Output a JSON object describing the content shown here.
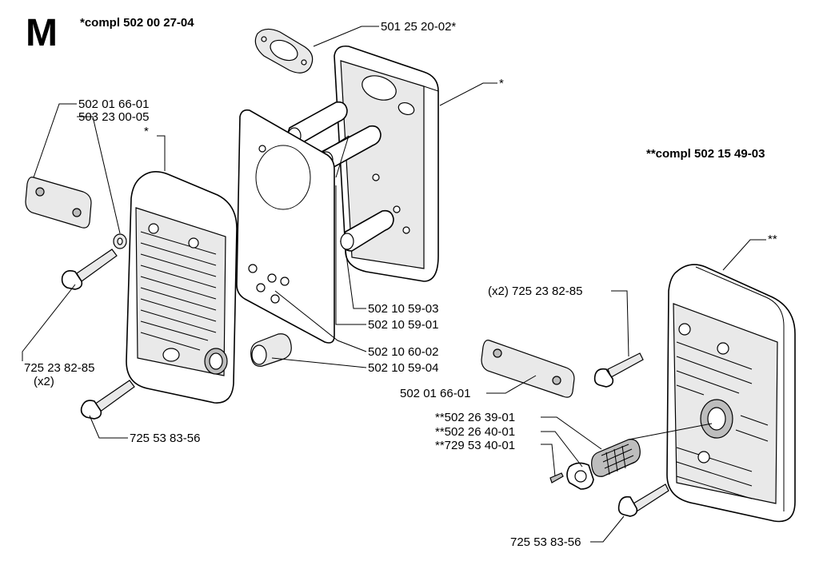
{
  "section_letter": "M",
  "kit_notes": {
    "left": "*compl 502 00 27-04",
    "right": "**compl 502 15 49-03"
  },
  "labels": {
    "gasket": "501 25 20-02*",
    "muffler_body_left": "*",
    "plate_left": "502 01 66-01",
    "washer_left": "503 23 00-05",
    "cover_left": "*",
    "screw_left_upper": "725 23 82-85",
    "screw_left_upper_qty": "(x2)",
    "screw_left_lower": "725 53 83-56",
    "tube_a": "502 10 59-03",
    "tube_b": "502 10 59-01",
    "baffle": "502 10 60-02",
    "sleeve": "502 10 59-04",
    "muffler_right": "**",
    "screw_right_upper": "(x2) 725 23 82-85",
    "plate_right": "502 01 66-01",
    "screen": "**502 26 39-01",
    "screen_plate": "**502 26 40-01",
    "small_screw": "**729 53 40-01",
    "screw_right_lower": "725 53 83-56"
  }
}
